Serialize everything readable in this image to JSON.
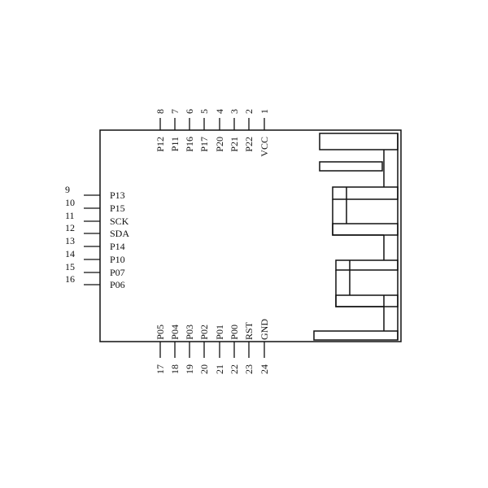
{
  "top_pins": [
    {
      "num": "8",
      "label": "P12"
    },
    {
      "num": "7",
      "label": "P11"
    },
    {
      "num": "6",
      "label": "P16"
    },
    {
      "num": "5",
      "label": "P17"
    },
    {
      "num": "4",
      "label": "P20"
    },
    {
      "num": "3",
      "label": "P21"
    },
    {
      "num": "2",
      "label": "P22"
    },
    {
      "num": "1",
      "label": "VCC"
    }
  ],
  "left_pins": [
    {
      "num": "9",
      "label": "P13"
    },
    {
      "num": "10",
      "label": "P15"
    },
    {
      "num": "11",
      "label": "SCK"
    },
    {
      "num": "12",
      "label": "SDA"
    },
    {
      "num": "13",
      "label": "P14"
    },
    {
      "num": "14",
      "label": "P10"
    },
    {
      "num": "15",
      "label": "P07"
    },
    {
      "num": "16",
      "label": "P06"
    }
  ],
  "bottom_pins": [
    {
      "num": "17",
      "label": "P05"
    },
    {
      "num": "18",
      "label": "P04"
    },
    {
      "num": "19",
      "label": "P03"
    },
    {
      "num": "20",
      "label": "P02"
    },
    {
      "num": "21",
      "label": "P01"
    },
    {
      "num": "22",
      "label": "P00"
    },
    {
      "num": "23",
      "label": "RST"
    },
    {
      "num": "24",
      "label": "GND"
    }
  ]
}
